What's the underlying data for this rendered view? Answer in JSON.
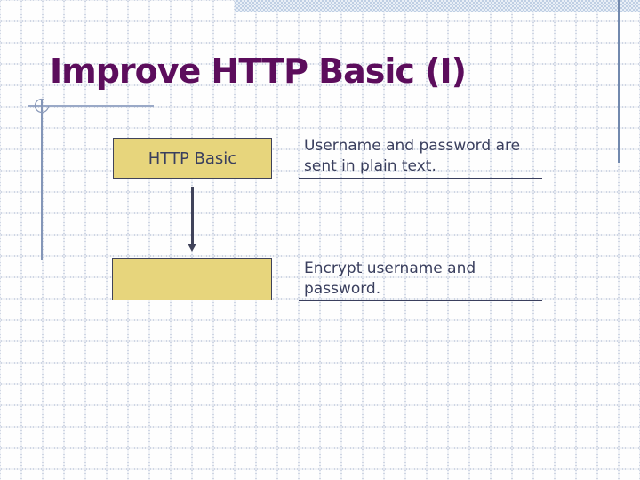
{
  "slide": {
    "title": "Improve HTTP Basic (I)"
  },
  "diagram": {
    "box_top": {
      "label": "HTTP Basic"
    },
    "box_bottom": {
      "label": ""
    },
    "arrow": {
      "direction": "down"
    },
    "annotation_top": {
      "lines": [
        "Username and password are",
        "sent in plain text."
      ]
    },
    "annotation_bottom": {
      "lines": [
        "Encrypt username and",
        "password."
      ]
    }
  },
  "colors": {
    "title_text": "#5C0D5C",
    "body_text": "#3A3F5E",
    "box_fill": "#E7D57C",
    "box_border": "#40435A",
    "arrow": "#40435A",
    "right_accent_line": "#7289AE",
    "ornament_line": "#8C9BBA",
    "band_blue": "#BFCFE4",
    "grid_dot": "#A8B4CE"
  }
}
